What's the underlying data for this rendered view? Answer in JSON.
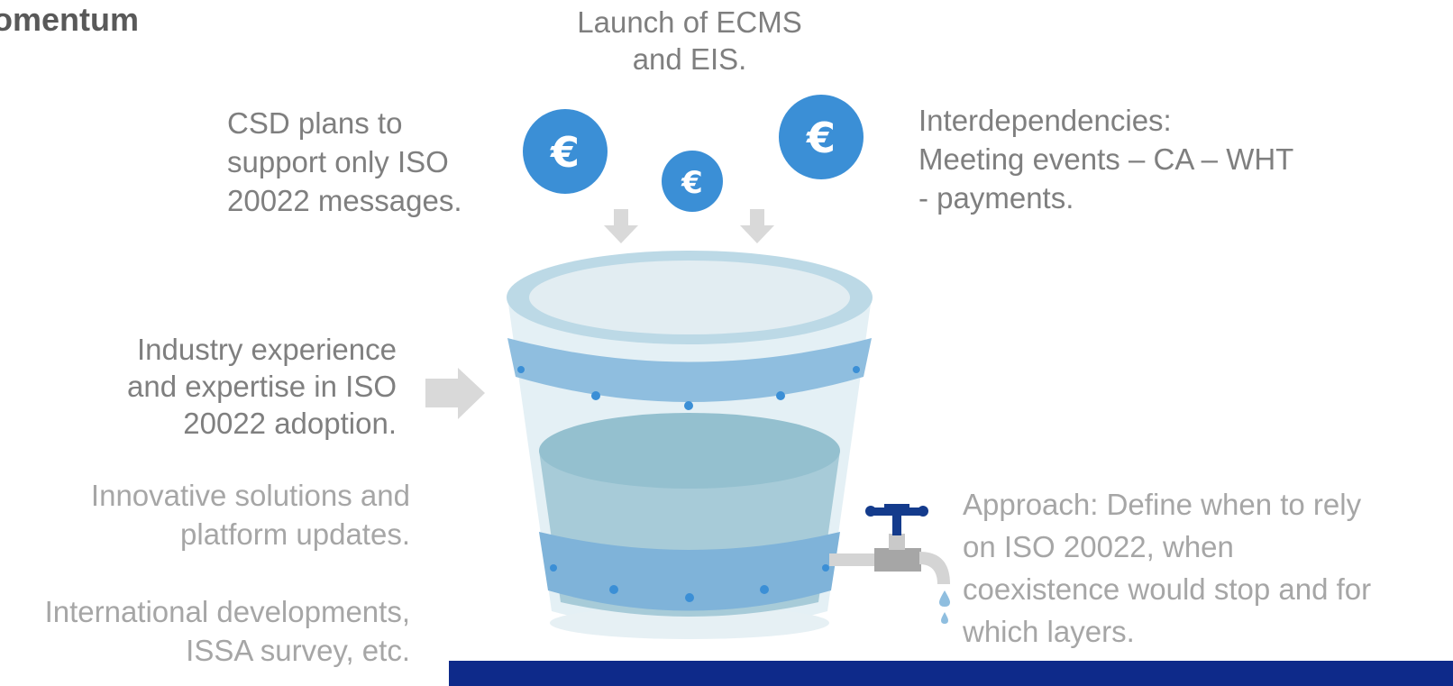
{
  "title": "omentum",
  "labels": {
    "launch": [
      "Launch of ECMS",
      "and EIS."
    ],
    "csd": [
      "CSD plans to",
      "support only ISO",
      "20022 messages."
    ],
    "interdependencies": [
      "Interdependencies:",
      "Meeting events – CA – WHT",
      "- payments."
    ],
    "industry": [
      "Industry experience",
      "and expertise in ISO",
      "20022 adoption."
    ],
    "innovative": [
      "Innovative solutions and",
      "platform updates."
    ],
    "international": [
      "International developments,",
      "ISSA survey, etc."
    ],
    "approach": [
      "Approach: Define when to rely",
      "on ISO 20022, when",
      "coexistence would stop and for",
      "which layers."
    ]
  },
  "coins": {
    "symbol": "€",
    "color": "#3b8fd6"
  },
  "colors": {
    "bucket_band": "#8fbedf",
    "water": "#94c3d3",
    "tap": "#143b8c",
    "arrow": "#d9d9d9",
    "footer_bar": "#0e2a8a"
  }
}
